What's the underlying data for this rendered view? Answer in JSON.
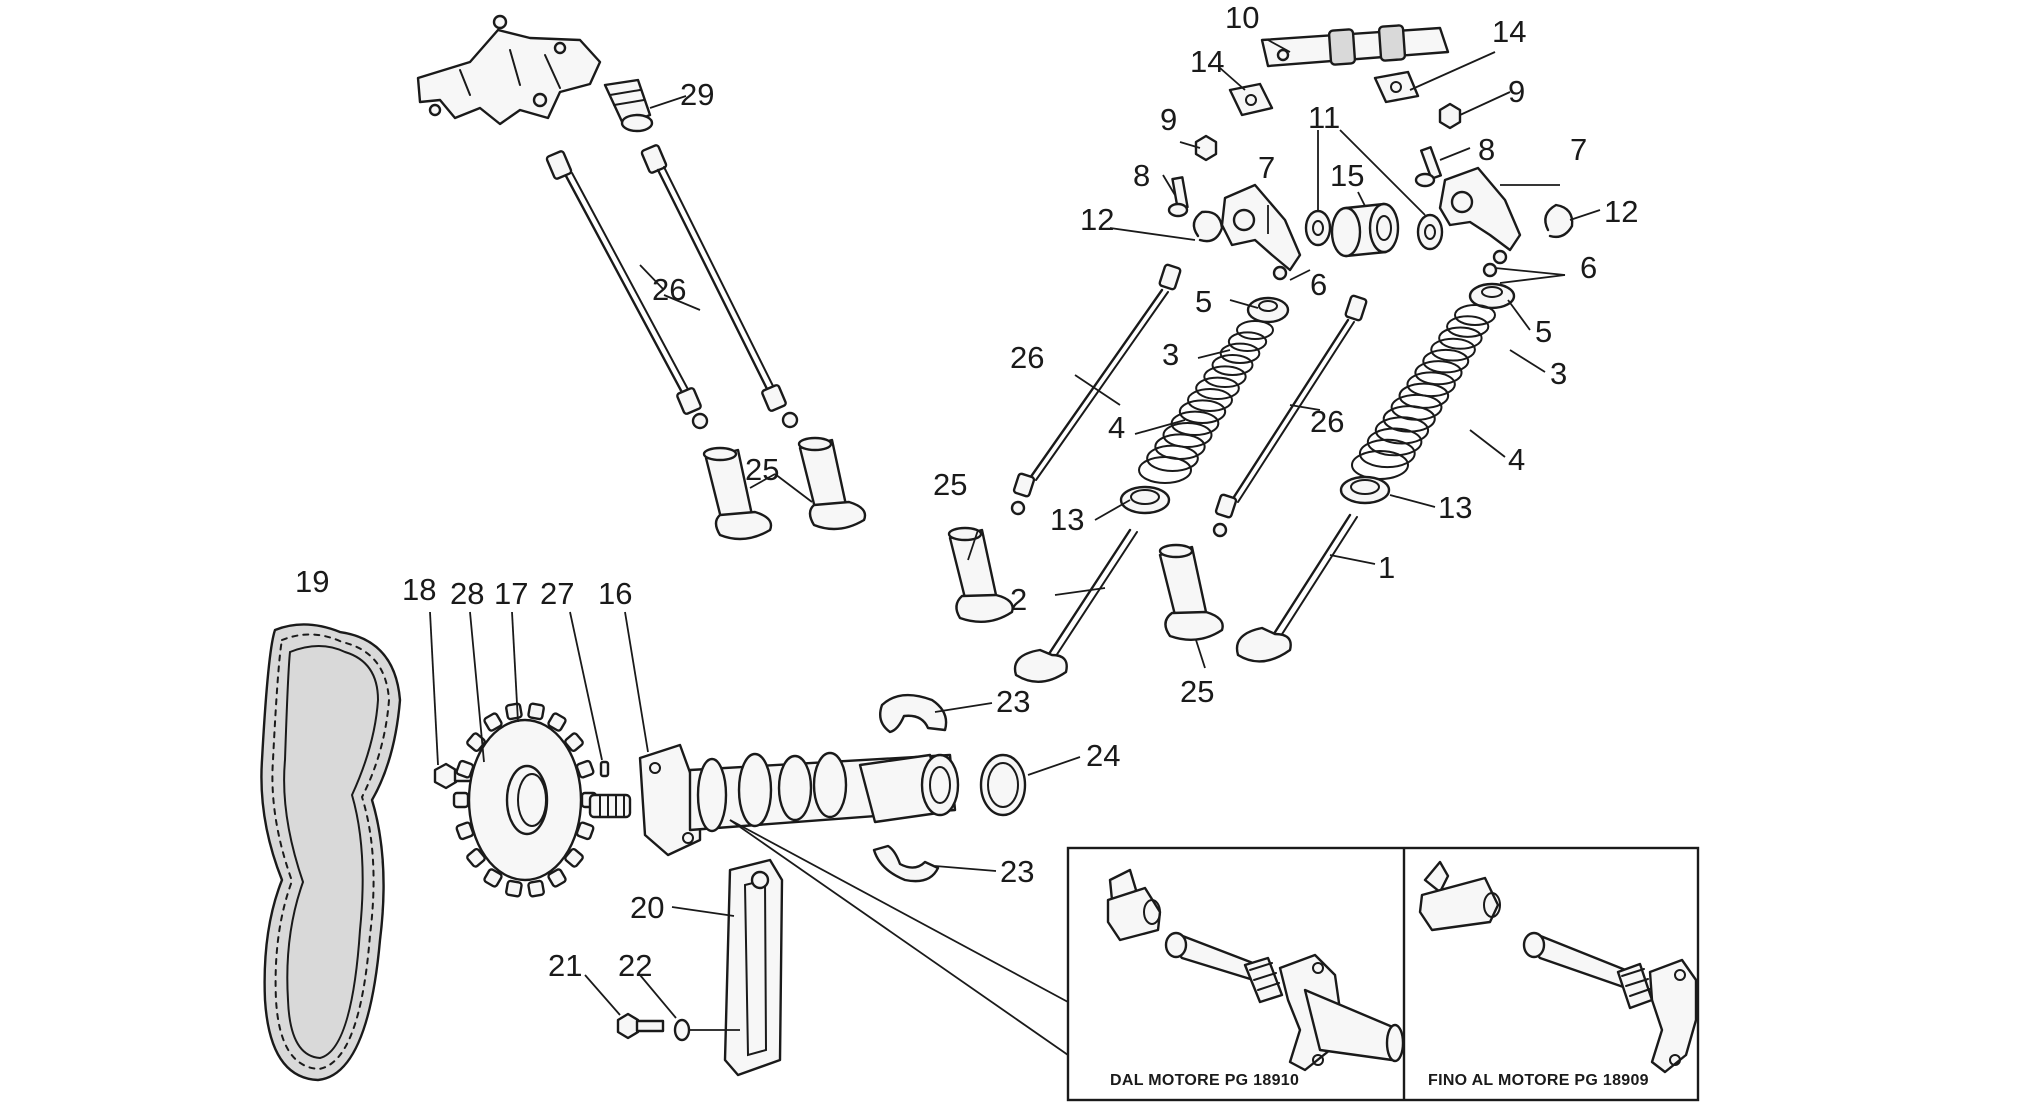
{
  "callouts": {
    "c1": "1",
    "c2": "2",
    "c3a": "3",
    "c3b": "3",
    "c4a": "4",
    "c4b": "4",
    "c5a": "5",
    "c5b": "5",
    "c6a": "6",
    "c6b": "6",
    "c7a": "7",
    "c7b": "7",
    "c8a": "8",
    "c8b": "8",
    "c9a": "9",
    "c9b": "9",
    "c10": "10",
    "c11": "11",
    "c12a": "12",
    "c12b": "12",
    "c13a": "13",
    "c13b": "13",
    "c14a": "14",
    "c14b": "14",
    "c15": "15",
    "c16": "16",
    "c17": "17",
    "c18": "18",
    "c19": "19",
    "c20": "20",
    "c21": "21",
    "c22": "22",
    "c23a": "23",
    "c23b": "23",
    "c24": "24",
    "c25a": "25",
    "c25b": "25",
    "c25c": "25",
    "c26a": "26",
    "c26b": "26",
    "c26c": "26",
    "c27": "27",
    "c28": "28",
    "c29": "29"
  },
  "inset": {
    "left_label": "DAL MOTORE PG 18910",
    "right_label": "FINO AL MOTORE PG 18909"
  }
}
